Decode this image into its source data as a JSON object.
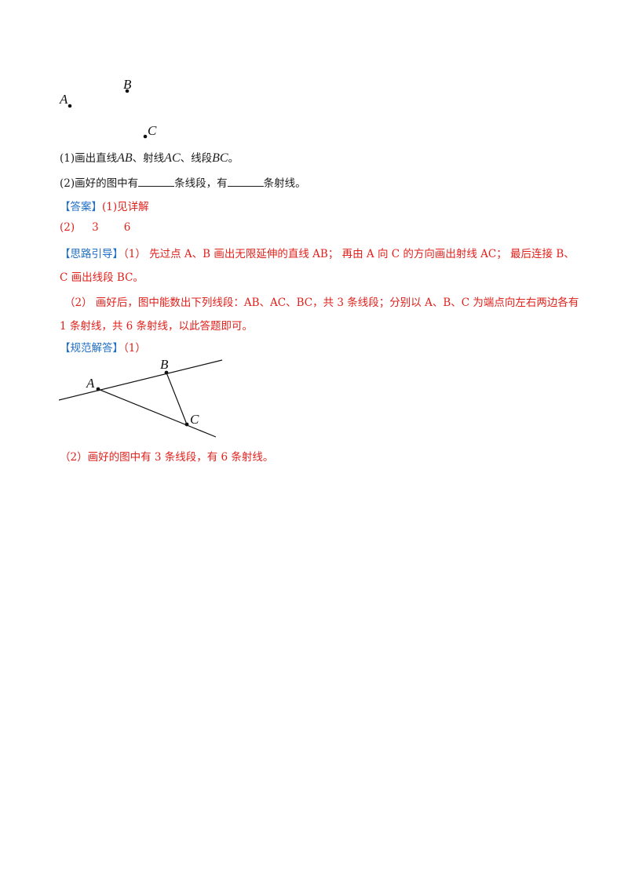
{
  "figure1": {
    "points": [
      {
        "label": "A"
      },
      {
        "label": "B"
      },
      {
        "label": "C"
      }
    ]
  },
  "question": {
    "part1": {
      "prefix": "(1)画出直线",
      "ab": "AB",
      "sep1": "、射线",
      "ac": "AC",
      "sep2": "、线段",
      "bc": "BC",
      "end": "。"
    },
    "part2": {
      "prefix": "(2)画好的图中有",
      "mid": "条线段，有",
      "end": "条射线。"
    }
  },
  "answer": {
    "tag": "【答案】",
    "text": "(1)见详解",
    "part2_label": "(2)",
    "segments": "3",
    "rays": "6"
  },
  "guide": {
    "tag": "【思路引导】",
    "line1": "（1） 先过点 A、B 画出无限延伸的直线 AB； 再由 A 向 C 的方向画出射线 AC； 最后连接 B、",
    "line2": "C 画出线段 BC。",
    "line3": "（2） 画好后，图中能数出下列线段：AB、AC、BC，共 3 条线段；分别以 A、B、C 为端点向左右两边各有",
    "line4": "1 条射线，共 6 条射线，以此答题即可。"
  },
  "solution": {
    "tag": "【规范解答】",
    "part1": "（1）",
    "part2": "（2）画好的图中有 3 条线段，有 6 条射线。"
  },
  "figure2": {
    "points": [
      {
        "label": "A"
      },
      {
        "label": "B"
      },
      {
        "label": "C"
      }
    ]
  }
}
